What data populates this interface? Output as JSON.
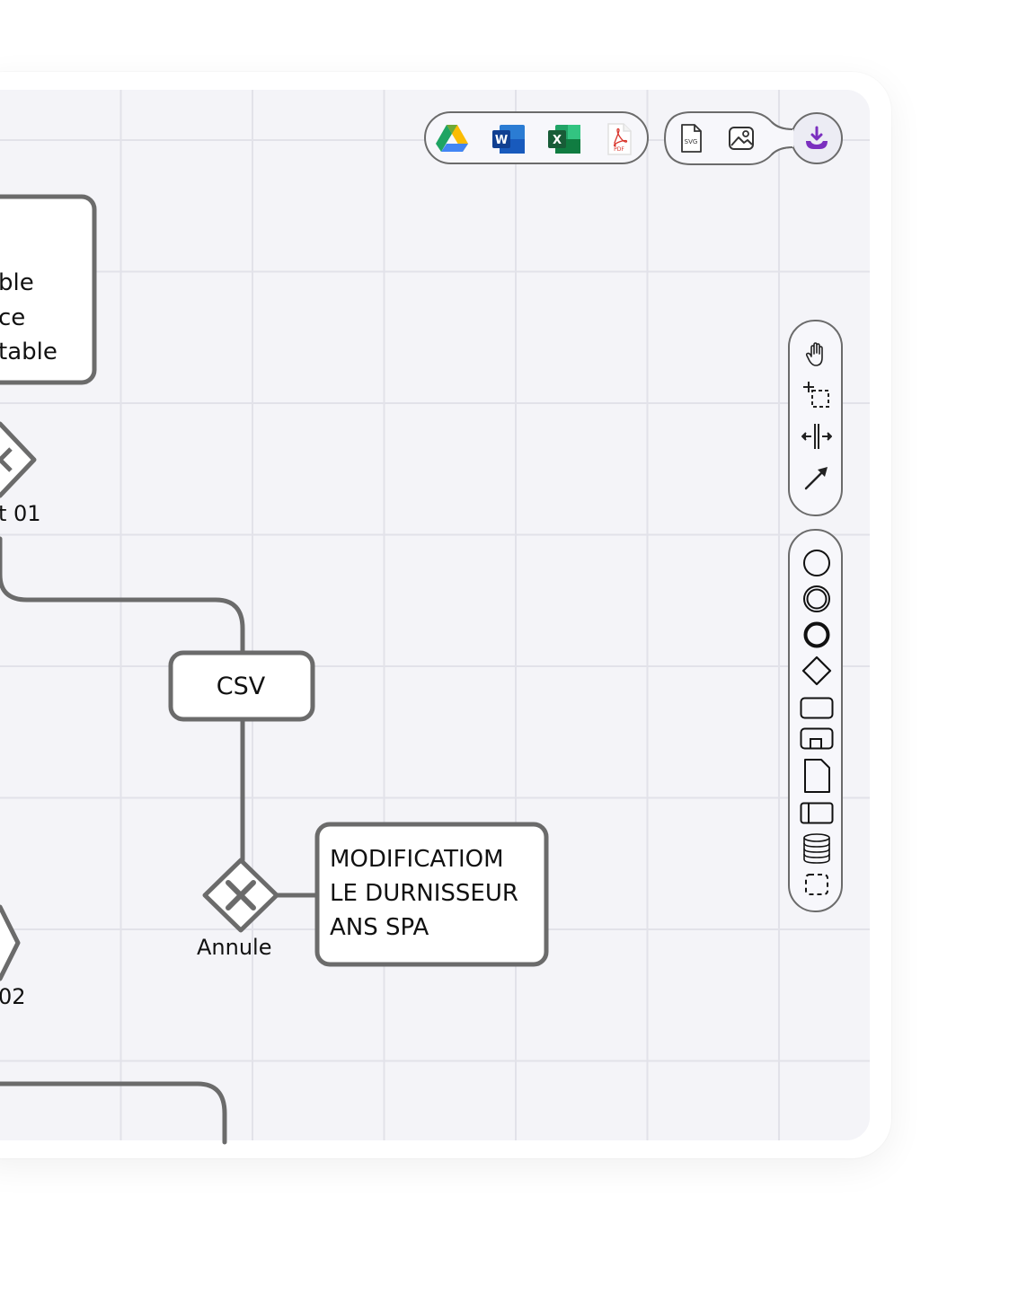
{
  "diagram": {
    "task_top_left": {
      "lines": [
        "ble",
        "ce",
        "table"
      ]
    },
    "gateway_01": {
      "label": "t 01"
    },
    "task_csv": {
      "label": "CSV"
    },
    "gateway_annule": {
      "label": "Annule"
    },
    "task_modification": {
      "lines": [
        "MODIFICATIOM",
        "LE DURNISSEUR",
        "ANS SPA"
      ]
    },
    "gateway_02": {
      "label": "02"
    }
  },
  "export_toolbar": {
    "items": [
      {
        "name": "google-drive-icon",
        "label": "Google Drive"
      },
      {
        "name": "word-icon",
        "label": "W"
      },
      {
        "name": "excel-icon",
        "label": "X"
      },
      {
        "name": "pdf-icon",
        "label": "PDF"
      }
    ]
  },
  "image_toolbar": {
    "svg_label": "SVG",
    "items": [
      "svg-file-icon",
      "image-icon",
      "download-icon"
    ]
  },
  "tools_toolbar": {
    "items": [
      "hand-icon",
      "lasso-select-icon",
      "space-tool-icon",
      "connect-arrow-icon"
    ]
  },
  "shapes_palette": {
    "items": [
      "start-event-icon",
      "intermediate-event-icon",
      "end-event-icon",
      "gateway-icon",
      "task-icon",
      "subprocess-icon",
      "data-object-icon",
      "pool-icon",
      "data-store-icon",
      "group-icon"
    ]
  },
  "colors": {
    "canvas_bg": "#f4f4f8",
    "grid": "#e2e2e9",
    "stroke": "#6b6b6b",
    "accent_download": "#7b2fbf",
    "word_blue": "#1f57b5",
    "excel_green": "#1d7a44",
    "pdf_red": "#d9342b"
  }
}
